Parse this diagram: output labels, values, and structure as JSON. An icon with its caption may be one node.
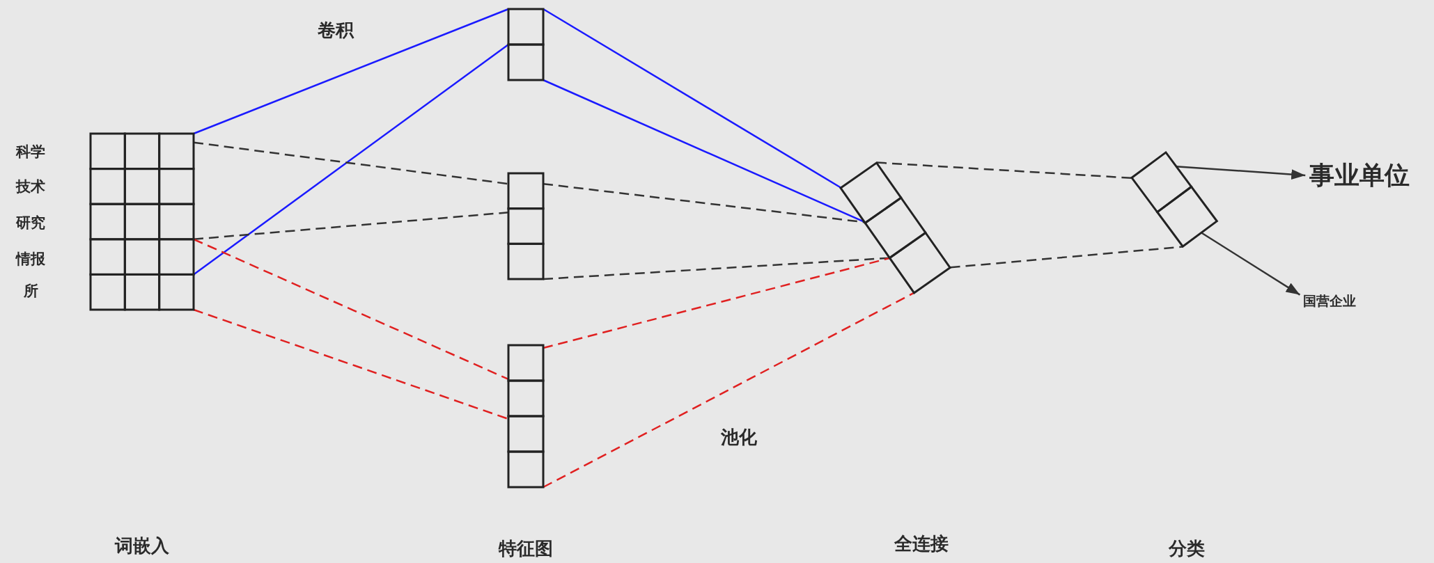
{
  "diagram": {
    "nodes": [
      {
        "text": [],
        "shape": "box",
        "beside": [
          "科学",
          "技术",
          "研究",
          "情报",
          "所"
        ]
      },
      {
        "text": [],
        "shape": "box"
      },
      {
        "text": [],
        "shape": "box"
      },
      {
        "text": [],
        "shape": "box"
      },
      {
        "text": [],
        "shape": "box"
      },
      {
        "text": [],
        "shape": "box"
      },
      {
        "text": [
          "事业单位"
        ]
      },
      {
        "text": [
          "国营企业"
        ]
      }
    ],
    "edges": [
      {
        "from": 0,
        "to": 1,
        "arrow": "none",
        "color": "#1a1aff"
      },
      {
        "from": 0,
        "to": 1,
        "arrow": "none",
        "color": "#1a1aff"
      },
      {
        "from": 0,
        "to": 2,
        "arrow": "none",
        "style": "dashed"
      },
      {
        "from": 0,
        "to": 2,
        "arrow": "none",
        "style": "dashed"
      },
      {
        "from": 0,
        "to": 3,
        "arrow": "none",
        "style": "dashed",
        "color": "#e02020"
      },
      {
        "from": 0,
        "to": 3,
        "arrow": "none",
        "style": "dashed",
        "color": "#e02020"
      },
      {
        "from": 1,
        "to": 4,
        "arrow": "none",
        "color": "#1a1aff"
      },
      {
        "from": 1,
        "to": 4,
        "arrow": "none",
        "color": "#1a1aff"
      },
      {
        "from": 2,
        "to": 4,
        "arrow": "none",
        "style": "dashed"
      },
      {
        "from": 2,
        "to": 4,
        "arrow": "none",
        "style": "dashed"
      },
      {
        "from": 3,
        "to": 4,
        "arrow": "none",
        "style": "dashed",
        "color": "#e02020"
      },
      {
        "from": 3,
        "to": 4,
        "arrow": "none",
        "style": "dashed",
        "color": "#e02020"
      },
      {
        "from": 4,
        "to": 5,
        "arrow": "none",
        "style": "dashed"
      },
      {
        "from": 4,
        "to": 5,
        "arrow": "none",
        "style": "dashed"
      },
      {
        "from": 5,
        "to": 6,
        "arrow": "to"
      },
      {
        "from": 5,
        "to": 7,
        "arrow": "to"
      }
    ],
    "labels": [
      "卷积",
      "池化",
      "词嵌入",
      "特征图",
      "全连接",
      "分类"
    ]
  }
}
